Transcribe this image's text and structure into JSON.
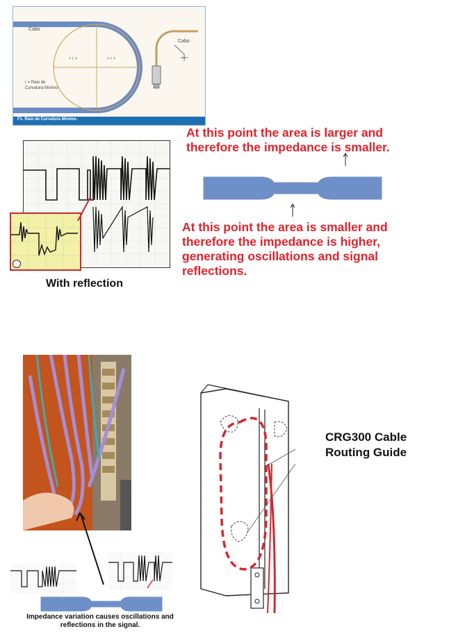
{
  "curvature_figure": {
    "label_cable_left": "Cabo",
    "label_cable_right": "Cabo",
    "label_r_left": "< r >",
    "label_r_right": "< r >",
    "label_legend_line1": "r = Raio de",
    "label_legend_line2": "Curvatura Mínimo",
    "caption": "F1. Raio de Curvatura Mínimo."
  },
  "scope_top": {
    "caption": "With reflection"
  },
  "impedance_notes": {
    "larger_area_text": "At this point the area is larger and therefore the impedance is smaller.",
    "smaller_area_text": "At this point the area is smaller and therefore the impedance is higher, generating oscillations and signal reflections."
  },
  "photo_section": {
    "caption": "Impedance variation causes oscillations and reflections in the signal."
  },
  "routing_guide": {
    "label": "CRG300 Cable Routing Guide"
  },
  "colors": {
    "accent_red": "#e0232b",
    "cable_blue": "#4e6fb7",
    "cable_fill": "#6f8fc9",
    "purple_cable": "#a58fd6"
  }
}
